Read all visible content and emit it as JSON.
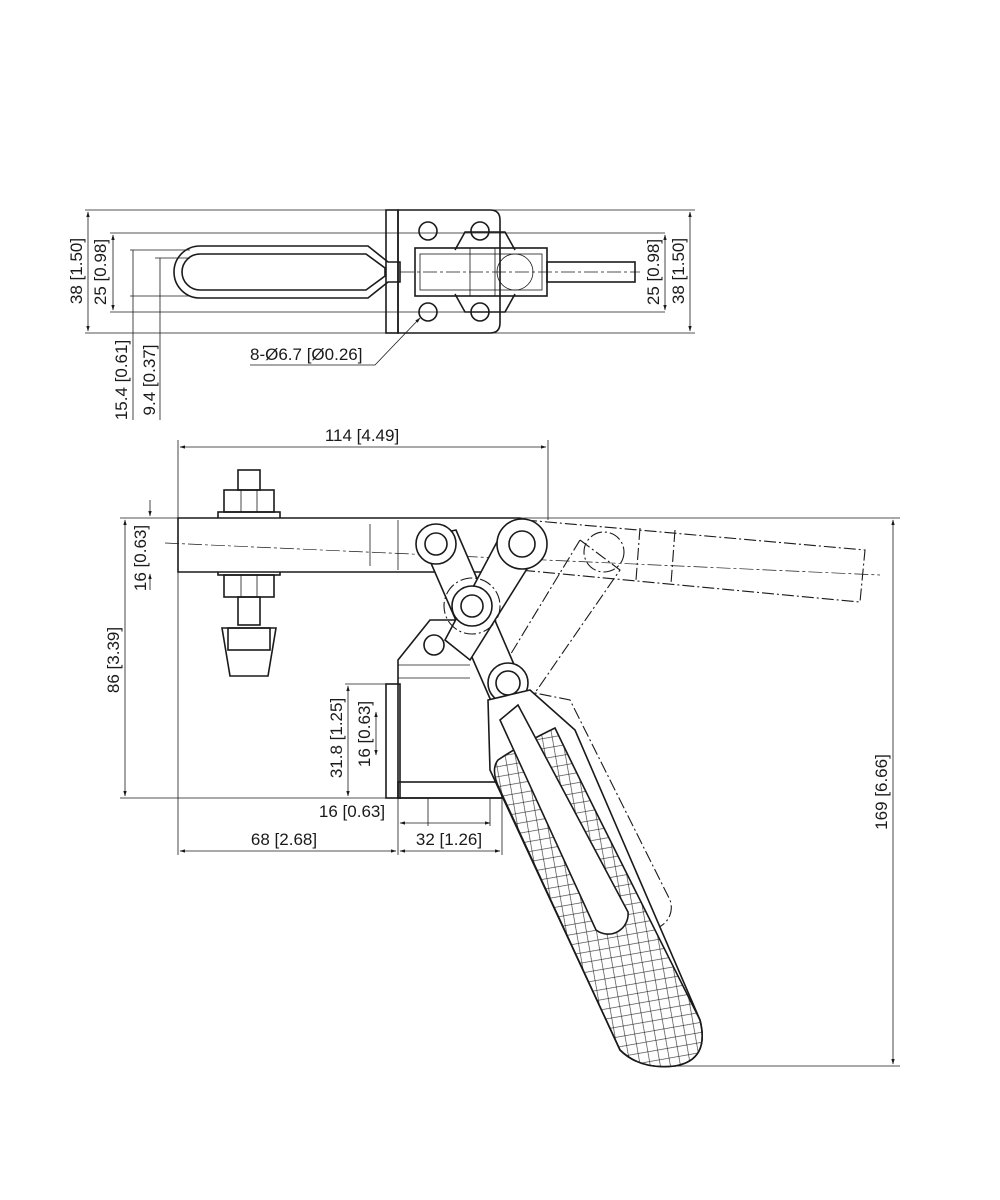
{
  "dimensions": {
    "top_height_left": "38 [1.50]",
    "top_width_left": "25 [0.98]",
    "top_width_right": "25 [0.98]",
    "top_height_right": "38 [1.50]",
    "bolt_holes": "8-Ø6.7 [Ø0.26]",
    "offset_a": "15.4 [0.61]",
    "offset_b": "9.4 [0.37]",
    "overall_length": "114 [4.49]",
    "bar_height": "16 [0.63]",
    "base_height": "86 [3.39]",
    "flange_height": "31.8 [1.25]",
    "flange_inner": "16 [0.63]",
    "base_offset": "16 [0.63]",
    "base_to_bolt": "68 [2.68]",
    "base_width": "32 [1.26]",
    "overall_height": "169 [6.66]"
  }
}
